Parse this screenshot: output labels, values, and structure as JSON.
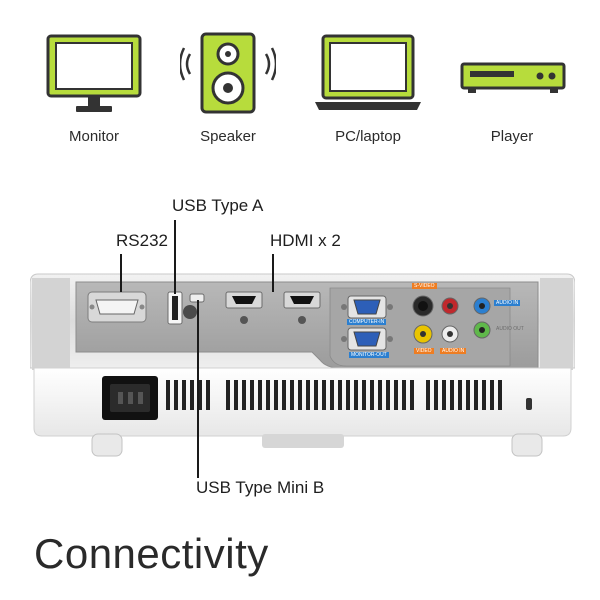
{
  "colors": {
    "accent": "#b7dc3c",
    "icon_stroke": "#333333",
    "port_label_orange": "#ee7d22",
    "port_label_blue": "#2b7fd0"
  },
  "devices": [
    {
      "label": "Monitor",
      "icon": "monitor-icon"
    },
    {
      "label": "Speaker",
      "icon": "speaker-icon"
    },
    {
      "label": "PC/laptop",
      "icon": "laptop-icon"
    },
    {
      "label": "Player",
      "icon": "player-icon"
    }
  ],
  "callouts": {
    "usb_a": "USB Type A",
    "rs232": "RS232",
    "hdmi": "HDMI x 2",
    "usb_mini_b": "USB Type Mini B"
  },
  "panel": {
    "computer_in": "COMPUTER-IN",
    "monitor_out": "MONITOR-OUT",
    "s_video": "S-VIDEO",
    "video": "VIDEO",
    "audio_in_left": "AUDIO IN",
    "audio_in": "AUDIO IN",
    "audio_out": "AUDIO OUT"
  },
  "heading": "Connectivity"
}
